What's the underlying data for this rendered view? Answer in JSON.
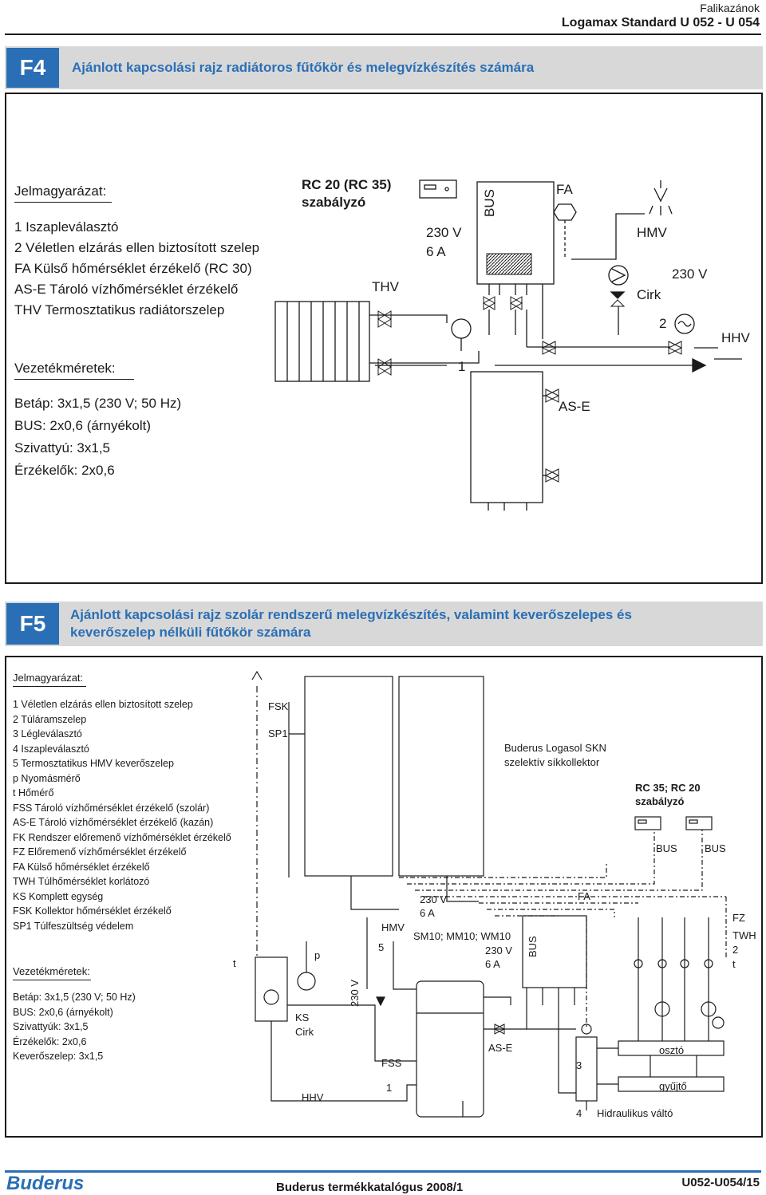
{
  "header": {
    "category": "Falikazánok",
    "model": "Logamax Standard U 052 - U 054"
  },
  "f4": {
    "id": "F4",
    "title": "Ajánlott kapcsolási rajz radiátoros fűtőkör és melegvízkészítés számára",
    "legend_title": "Jelmagyarázat:",
    "legend": [
      "1  Iszapleválasztó",
      "2  Véletlen elzárás ellen biztosított szelep",
      "FA  Külső hőmérséklet érzékelő (RC 30)",
      "AS-E  Tároló vízhőmérséklet érzékelő",
      "THV  Termosztatikus radiátorszelep"
    ],
    "wires_title": "Vezetékméretek:",
    "wires": [
      "Betáp: 3x1,5 (230 V; 50 Hz)",
      "BUS: 2x0,6 (árnyékolt)",
      "Szivattyú: 3x1,5",
      "Érzékelők: 2x0,6"
    ],
    "labels": {
      "controller": "RC 20 (RC 35)",
      "controller2": "szabályzó",
      "thv": "THV",
      "v230": "230 V",
      "a6": "6 A",
      "bus": "BUS",
      "fa": "FA",
      "hmv": "HMV",
      "v230b": "230 V",
      "cirk": "Cirk",
      "two": "2",
      "hhv": "HHV",
      "one": "1",
      "ase": "AS-E"
    }
  },
  "f5": {
    "id": "F5",
    "title_line1": "Ajánlott kapcsolási rajz szolár rendszerű melegvízkészítés, valamint keverőszelepes és",
    "title_line2": "keverőszelep nélküli fűtőkör számára",
    "legend_title": "Jelmagyarázat:",
    "legend": [
      "1  Véletlen elzárás ellen biztosított szelep",
      "2  Túláramszelep",
      "3  Légleválasztó",
      "4  Iszapleválasztó",
      "5  Termosztatikus HMV keverőszelep",
      "p  Nyomásmérő",
      "t  Hőmérő",
      "FSS  Tároló vízhőmérséklet érzékelő (szolár)",
      "AS-E  Tároló vízhőmérséklet érzékelő (kazán)",
      "FK  Rendszer előremenő vízhőmérséklet érzékelő",
      "FZ  Előremenő vízhőmérséklet érzékelő",
      "FA  Külső hőmérséklet érzékelő",
      "TWH  Túlhőmérséklet korlátozó",
      "KS  Komplett egység",
      "FSK  Kollektor hőmérséklet érzékelő",
      "SP1  Túlfeszültség védelem"
    ],
    "wires_title": "Vezetékméretek:",
    "wires": [
      "Betáp: 3x1,5 (230 V; 50 Hz)",
      "BUS: 2x0,6 (árnyékolt)",
      "Szivattyúk: 3x1,5",
      "Érzékelők: 2x0,6",
      "Keverőszelep: 3x1,5"
    ],
    "labels": {
      "fsk": "FSK",
      "sp1": "SP1",
      "collector1": "Buderus Logasol SKN",
      "collector2": "szelektív síkkollektor",
      "rc1": "RC 35; RC 20",
      "rc2": "szabályzó",
      "bus1": "BUS",
      "bus2": "BUS",
      "v230a": "230 V",
      "a6a": "6 A",
      "hmv": "HMV",
      "five": "5",
      "sm": "SM10; MM10; WM10",
      "v230b": "230 V",
      "a6b": "6 A",
      "bus3": "BUS",
      "fa": "FA",
      "fz": "FZ",
      "twh": "TWH",
      "two": "2",
      "t_right": "t",
      "t_left": "t",
      "p": "p",
      "v230c": "230 V",
      "ks": "KS",
      "cirk": "Cirk",
      "fss": "FSS",
      "one": "1",
      "hhv": "HHV",
      "ase": "AS-E",
      "three": "3",
      "four": "4",
      "hidr": "Hidraulikus váltó",
      "oszto": "osztó",
      "gyujto": "gyűjtő"
    }
  },
  "footer": {
    "logo": "Buderus",
    "catalog": "Buderus termékkatalógus 2008/1",
    "page": "U052-U054/15"
  }
}
